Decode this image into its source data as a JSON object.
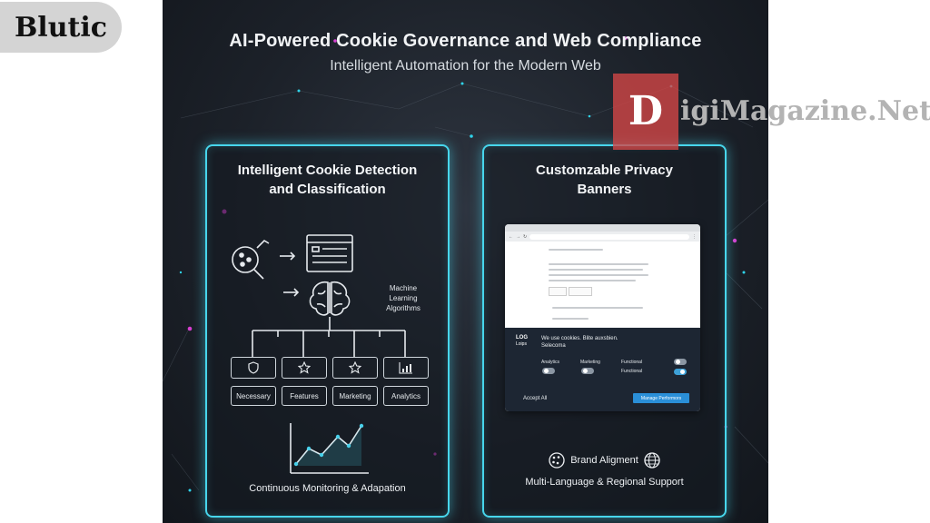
{
  "brand": {
    "name": "Blutic"
  },
  "watermark": {
    "letter": "D",
    "text": "igiMagazine.Net"
  },
  "poster": {
    "title": "AI-Powered Cookie Governance and Web Compliance",
    "subtitle": "Intelligent Automation for the Modern Web",
    "left_card": {
      "title_line1": "Intelligent Cookie Detection",
      "title_line2": "and Classification",
      "ml_line1": "Machine",
      "ml_line2": "Learning",
      "ml_line3": "Algorithms",
      "categories": [
        "Necessary",
        "Features",
        "Marketing",
        "Analytics"
      ],
      "category_icons": [
        "shield-icon",
        "star-icon",
        "star-icon",
        "bar-chart-icon"
      ],
      "monitoring_label": "Continuous Monitoring & Adapation"
    },
    "right_card": {
      "title_line1": "Customzable Privacy",
      "title_line2": "Banners",
      "banner": {
        "logo_line1": "LOG",
        "logo_line2": "Loips",
        "message_line1": "We use cookies. Blite auxsbien.",
        "message_line2": "Selecoma",
        "toggles": [
          {
            "label": "Analytics",
            "on": false
          },
          {
            "label": "Marketing",
            "on": false
          },
          {
            "label": "Functional",
            "on": false
          },
          {
            "label": "Functional",
            "on": true
          }
        ],
        "accept_label": "Accept All",
        "manage_label": "Manage Performors"
      },
      "brand_label": "Brand Aligment",
      "language_label": "Multi-Language & Regional Support"
    }
  }
}
